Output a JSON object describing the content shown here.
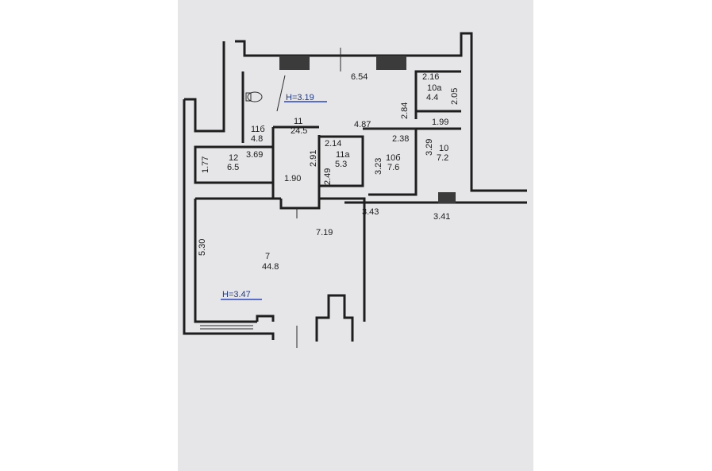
{
  "floor_plan": {
    "heights": [
      {
        "id": "h1",
        "text": "H=3.19"
      },
      {
        "id": "h2",
        "text": "H=3.47"
      }
    ],
    "rooms": [
      {
        "id": "r7",
        "number": "7",
        "area": "44.8"
      },
      {
        "id": "r10",
        "number": "10",
        "area": "7.2"
      },
      {
        "id": "r10a",
        "number": "10a",
        "area": "4.4"
      },
      {
        "id": "r10b",
        "number": "10б",
        "area": "7.6"
      },
      {
        "id": "r11",
        "number": "11",
        "area": "24.5"
      },
      {
        "id": "r11a",
        "number": "11a",
        "area": "5.3"
      },
      {
        "id": "r11b",
        "number": "11б",
        "area": "4.8"
      },
      {
        "id": "r12",
        "number": "12",
        "area": "6.5"
      }
    ],
    "dimensions": [
      {
        "id": "d1",
        "text": "6.54"
      },
      {
        "id": "d2",
        "text": "2.16"
      },
      {
        "id": "d3",
        "text": "2.05"
      },
      {
        "id": "d4",
        "text": "2.84"
      },
      {
        "id": "d5",
        "text": "4.87"
      },
      {
        "id": "d6",
        "text": "1.99"
      },
      {
        "id": "d7",
        "text": "2.38"
      },
      {
        "id": "d8",
        "text": "2.14"
      },
      {
        "id": "d9",
        "text": "3.23"
      },
      {
        "id": "d10",
        "text": "3.29"
      },
      {
        "id": "d11",
        "text": "3.69"
      },
      {
        "id": "d12",
        "text": "1.77"
      },
      {
        "id": "d13",
        "text": "2.91"
      },
      {
        "id": "d14",
        "text": "2.49"
      },
      {
        "id": "d15",
        "text": "1.90"
      },
      {
        "id": "d16",
        "text": "3.43"
      },
      {
        "id": "d17",
        "text": "3.41"
      },
      {
        "id": "d18",
        "text": "7.19"
      },
      {
        "id": "d19",
        "text": "5.30"
      }
    ],
    "colors": {
      "paper": "#e6e6e9",
      "wall": "#1e1e1e",
      "height_underline": "#2a46b8"
    }
  }
}
